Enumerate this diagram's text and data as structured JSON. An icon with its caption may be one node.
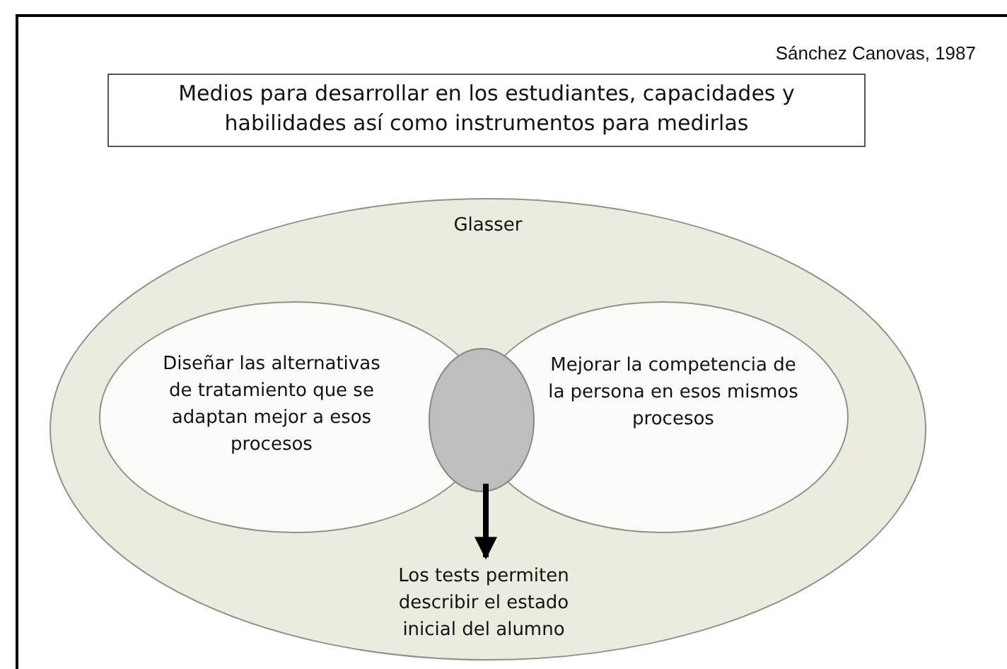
{
  "diagram": {
    "nodes": [
      {
        "text": [
          "Medios para desarrollar en los estudiantes, capacidades y habilidades así como instrumentos para medirlas"
        ]
      },
      {
        "text": [
          "Glasser"
        ]
      },
      {
        "text": [
          "Diseñar las alternativas de tratamiento que se adaptan mejor a esos procesos"
        ],
        "in": 1
      },
      {
        "text": [
          "Mejorar la competencia de la persona en esos mismos procesos"
        ],
        "in": 1
      },
      {
        "text": [],
        "shape": "circle",
        "in": 1
      },
      {
        "text": [
          "Los tests permiten describir el estado inicial del alumno"
        ],
        "in": 1
      }
    ],
    "edges": [
      {
        "from": 4,
        "to": 5,
        "arrow": "to"
      }
    ],
    "labels": [
      "Sánchez Canovas, 1987"
    ]
  }
}
